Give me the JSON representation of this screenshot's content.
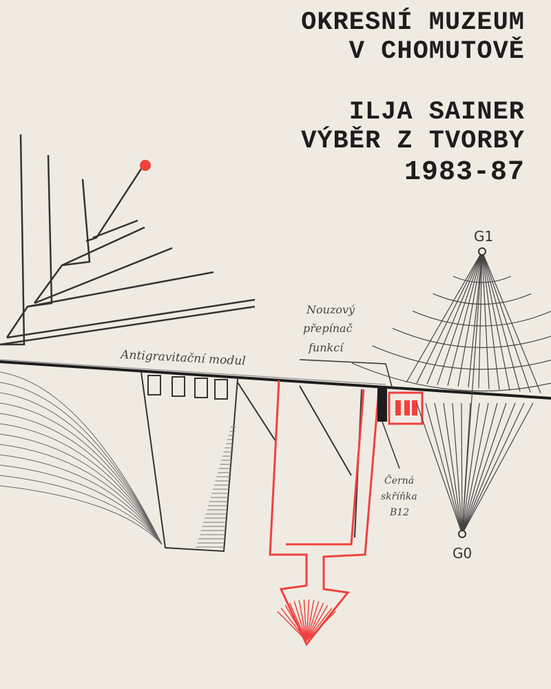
{
  "header": {
    "museum_line1": "OKRESNÍ MUZEUM",
    "museum_line2": "V CHOMUTOVĚ",
    "artist": "ILJA SAINER",
    "subtitle": "VÝBĚR Z TVORBY",
    "years": "1983-87"
  },
  "labels": {
    "module": "Antigravitační modul",
    "switch_line1": "Nouzový",
    "switch_line2": "přepínač",
    "switch_line3": "funkcí",
    "box_line1": "Černá",
    "box_line2": "skříňka",
    "box_line3": "B12",
    "g1": "G1",
    "g0": "G0"
  },
  "colors": {
    "paper": "#efebe3",
    "ink": "#1d1d1d",
    "red": "#f0413e"
  }
}
